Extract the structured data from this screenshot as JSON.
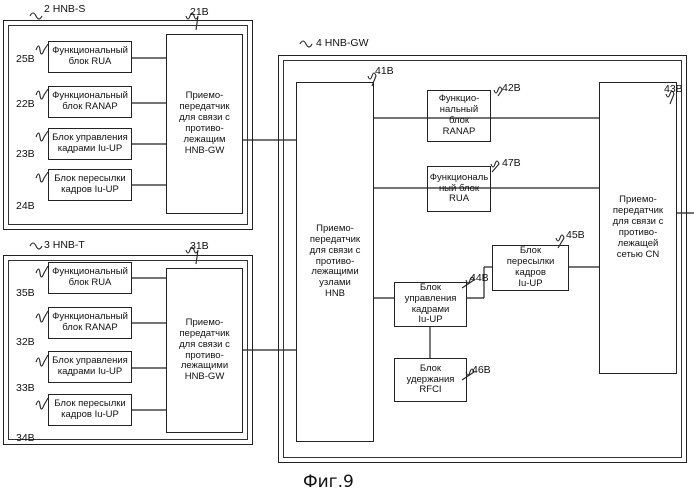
{
  "hnb_s": {
    "title": "2  HNB-S",
    "ref_group": "21B",
    "rua": "Функциональный\nблок RUA",
    "ranap": "Функциональный\nблок RANAP",
    "iu_ctrl": "Блок управления\nкадрами Iu-UP",
    "iu_fwd": "Блок пересылки\nкадров Iu-UP",
    "transceiver": "Приемо-\nпередатчик\nдля связи с\nпротиво-\nлежащим\nHNB-GW",
    "refs": [
      "25B",
      "22B",
      "23B",
      "24B"
    ]
  },
  "hnb_t": {
    "title": "3  HNB-T",
    "ref_group": "31B",
    "rua": "Функциональный\nблок RUA",
    "ranap": "Функциональный\nблок RANAP",
    "iu_ctrl": "Блок управления\nкадрами Iu-UP",
    "iu_fwd": "Блок пересылки\nкадров Iu-UP",
    "transceiver": "Приемо-\nпередатчик\nдля связи с\nпротиво-\nлежащими\nHNB-GW",
    "refs": [
      "35B",
      "32B",
      "33B",
      "34B"
    ]
  },
  "hnb_gw": {
    "title": "4  HNB-GW",
    "transceiver_hnb": "Приемо-\nпередатчик\nдля связи с\nпротиво-\nлежащими\nузлами\nHNB",
    "ranap": "Функцио-\nнальный\nблок\nRANAP",
    "rua": "Функциональ\nный блок\nRUA",
    "iu_fwd": "Блок\nпересылки\nкадров\nIu-UP",
    "iu_ctrl": "Блок\nуправления\nкадрами\nIu-UP",
    "rfci": "Блок\nудержания\nRFCI",
    "transceiver_cn": "Приемо-\nпередатчик\nдля связи с\nпротиво-\nлежащей\nсетью CN",
    "refs": {
      "r41": "41B",
      "r42": "42B",
      "r47": "47B",
      "r45": "45B",
      "r44": "44B",
      "r46": "46B",
      "r43": "43B"
    }
  },
  "caption": "Фиг.9"
}
